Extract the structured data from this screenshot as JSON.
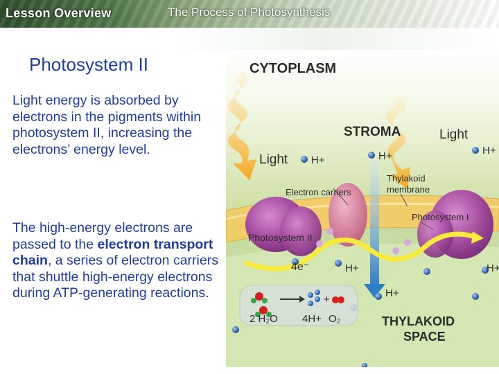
{
  "header": {
    "lesson_label": "Lesson Overview",
    "presentation_title": "The Process of Photosynthesis"
  },
  "slide": {
    "title": "Photosystem II",
    "paragraph1": "Light energy is absorbed by electrons in the pigments within photosystem II, increasing the electrons’ energy level.",
    "paragraph2": {
      "part1": "The high-energy electrons are passed to the ",
      "term": "electron transport chain",
      "part2": ", a series of electron carriers that shuttle high-energy electrons during ATP-generating reactions."
    }
  },
  "diagram": {
    "labels": {
      "cytoplasm": "CYTOPLASM",
      "stroma": "STROMA",
      "light_left": "Light",
      "light_right": "Light",
      "electron_carriers": "Electron carriers",
      "thylakoid_membrane_1": "Thylakoid",
      "thylakoid_membrane_2": "membrane",
      "photosystem_ii": "Photosystem II",
      "photosystem_i": "Photosystem I",
      "four_e": "4e⁻",
      "thylakoid_space_1": "THYLAKOID",
      "thylakoid_space_2": "SPACE",
      "h_plus": "H+",
      "reaction_water": "2 H₂O",
      "reaction_hydrogen": "4H+",
      "reaction_oxygen": "O₂",
      "plus": "+"
    },
    "colors": {
      "stroma": "#c9dc9a",
      "thylakoid_space": "#d3e4ae",
      "membrane": "#f1cd6a",
      "photosystem": "#a44a9e",
      "light_arrow": "#f7a91c",
      "proton_arrow": "#3f8fd0",
      "electron_path": "#f8ea3a",
      "heading_text": "#1f3ca0"
    }
  }
}
